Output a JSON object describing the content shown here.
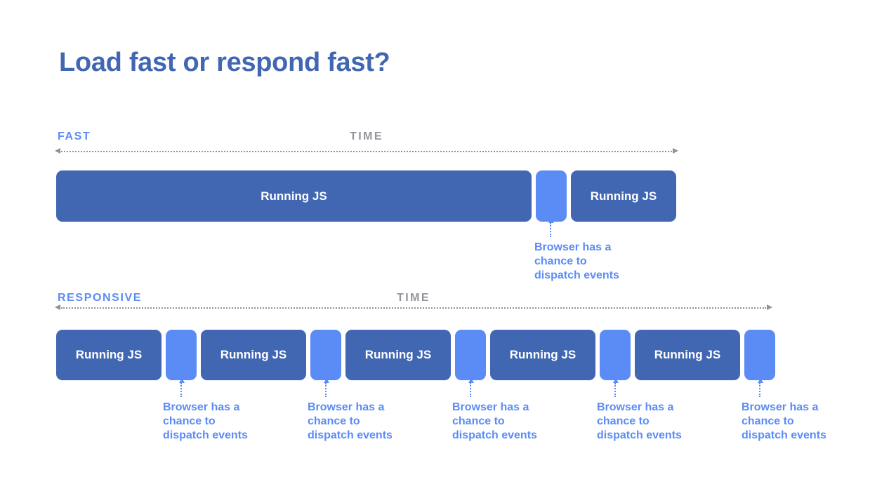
{
  "title": "Load fast or respond fast?",
  "colors": {
    "heading_blue": "#4267b2",
    "bar_blue": "#4267b2",
    "accent_blue": "#5b8cf5",
    "time_gray": "#92959c",
    "timeline_gray": "#8d9199",
    "background": "#ffffff"
  },
  "fast_section": {
    "label": "FAST",
    "time_label": "TIME",
    "bars": [
      {
        "type": "running-js",
        "label": "Running JS"
      },
      {
        "type": "event-gap"
      },
      {
        "type": "running-js",
        "label": "Running JS"
      }
    ],
    "annotations": [
      "Browser has a chance to dispatch events"
    ]
  },
  "responsive_section": {
    "label": "RESPONSIVE",
    "time_label": "TIME",
    "bars": [
      {
        "type": "running-js",
        "label": "Running JS"
      },
      {
        "type": "event-gap"
      },
      {
        "type": "running-js",
        "label": "Running JS"
      },
      {
        "type": "event-gap"
      },
      {
        "type": "running-js",
        "label": "Running JS"
      },
      {
        "type": "event-gap"
      },
      {
        "type": "running-js",
        "label": "Running JS"
      },
      {
        "type": "event-gap"
      },
      {
        "type": "running-js",
        "label": "Running JS"
      },
      {
        "type": "event-gap"
      }
    ],
    "annotations": [
      "Browser has a chance to dispatch events",
      "Browser has a chance to dispatch events",
      "Browser has a chance to dispatch events",
      "Browser has a chance to dispatch events",
      "Browser has a chance to dispatch events"
    ]
  }
}
